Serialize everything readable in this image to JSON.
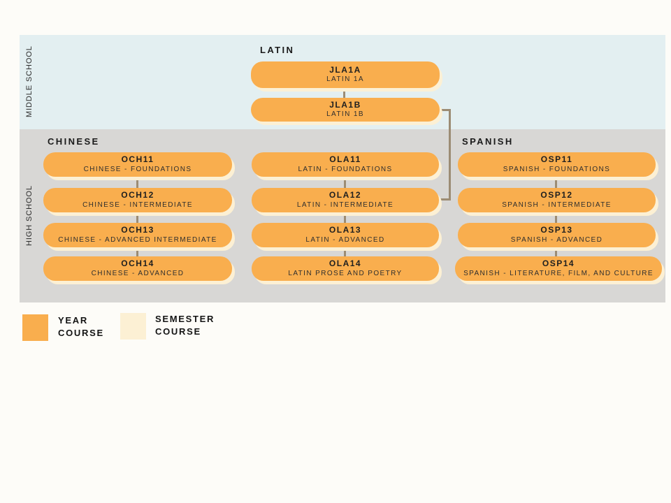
{
  "palette": {
    "page_bg": "#FDFCF8",
    "middle_school_bg": "#E3EFF1",
    "high_school_bg": "#D8D7D5",
    "course_fill": "#F9AE4E",
    "course_shadow": "#FCF0D4",
    "connector": "#9C8C74",
    "year_course_color": "#F9AE4E",
    "semester_course_color": "#FCF0D4"
  },
  "bands": {
    "middle_school_label": "MIDDLE SCHOOL",
    "high_school_label": "HIGH SCHOOL"
  },
  "columns": {
    "latin": {
      "header": "LATIN",
      "middle_school": [
        {
          "code": "JLA1A",
          "name": "LATIN 1A"
        },
        {
          "code": "JLA1B",
          "name": "LATIN 1B"
        }
      ],
      "high_school": [
        {
          "code": "OLA11",
          "name": "LATIN - FOUNDATIONS"
        },
        {
          "code": "OLA12",
          "name": "LATIN - INTERMEDIATE"
        },
        {
          "code": "OLA13",
          "name": "LATIN - ADVANCED"
        },
        {
          "code": "OLA14",
          "name": "LATIN PROSE AND POETRY"
        }
      ]
    },
    "chinese": {
      "header": "CHINESE",
      "high_school": [
        {
          "code": "OCH11",
          "name": "CHINESE - FOUNDATIONS"
        },
        {
          "code": "OCH12",
          "name": "CHINESE - INTERMEDIATE"
        },
        {
          "code": "OCH13",
          "name": "CHINESE - ADVANCED INTERMEDIATE"
        },
        {
          "code": "OCH14",
          "name": "CHINESE - ADVANCED"
        }
      ]
    },
    "spanish": {
      "header": "SPANISH",
      "high_school": [
        {
          "code": "OSP11",
          "name": "SPANISH - FOUNDATIONS"
        },
        {
          "code": "OSP12",
          "name": "SPANISH - INTERMEDIATE"
        },
        {
          "code": "OSP13",
          "name": "SPANISH - ADVANCED"
        },
        {
          "code": "OSP14",
          "name": "SPANISH - LITERATURE, FILM, AND CULTURE"
        }
      ]
    }
  },
  "legend": {
    "items": [
      {
        "label": "YEAR COURSE",
        "color": "#F9AE4E"
      },
      {
        "label": "SEMESTER COURSE",
        "color": "#FCF0D4"
      }
    ]
  }
}
